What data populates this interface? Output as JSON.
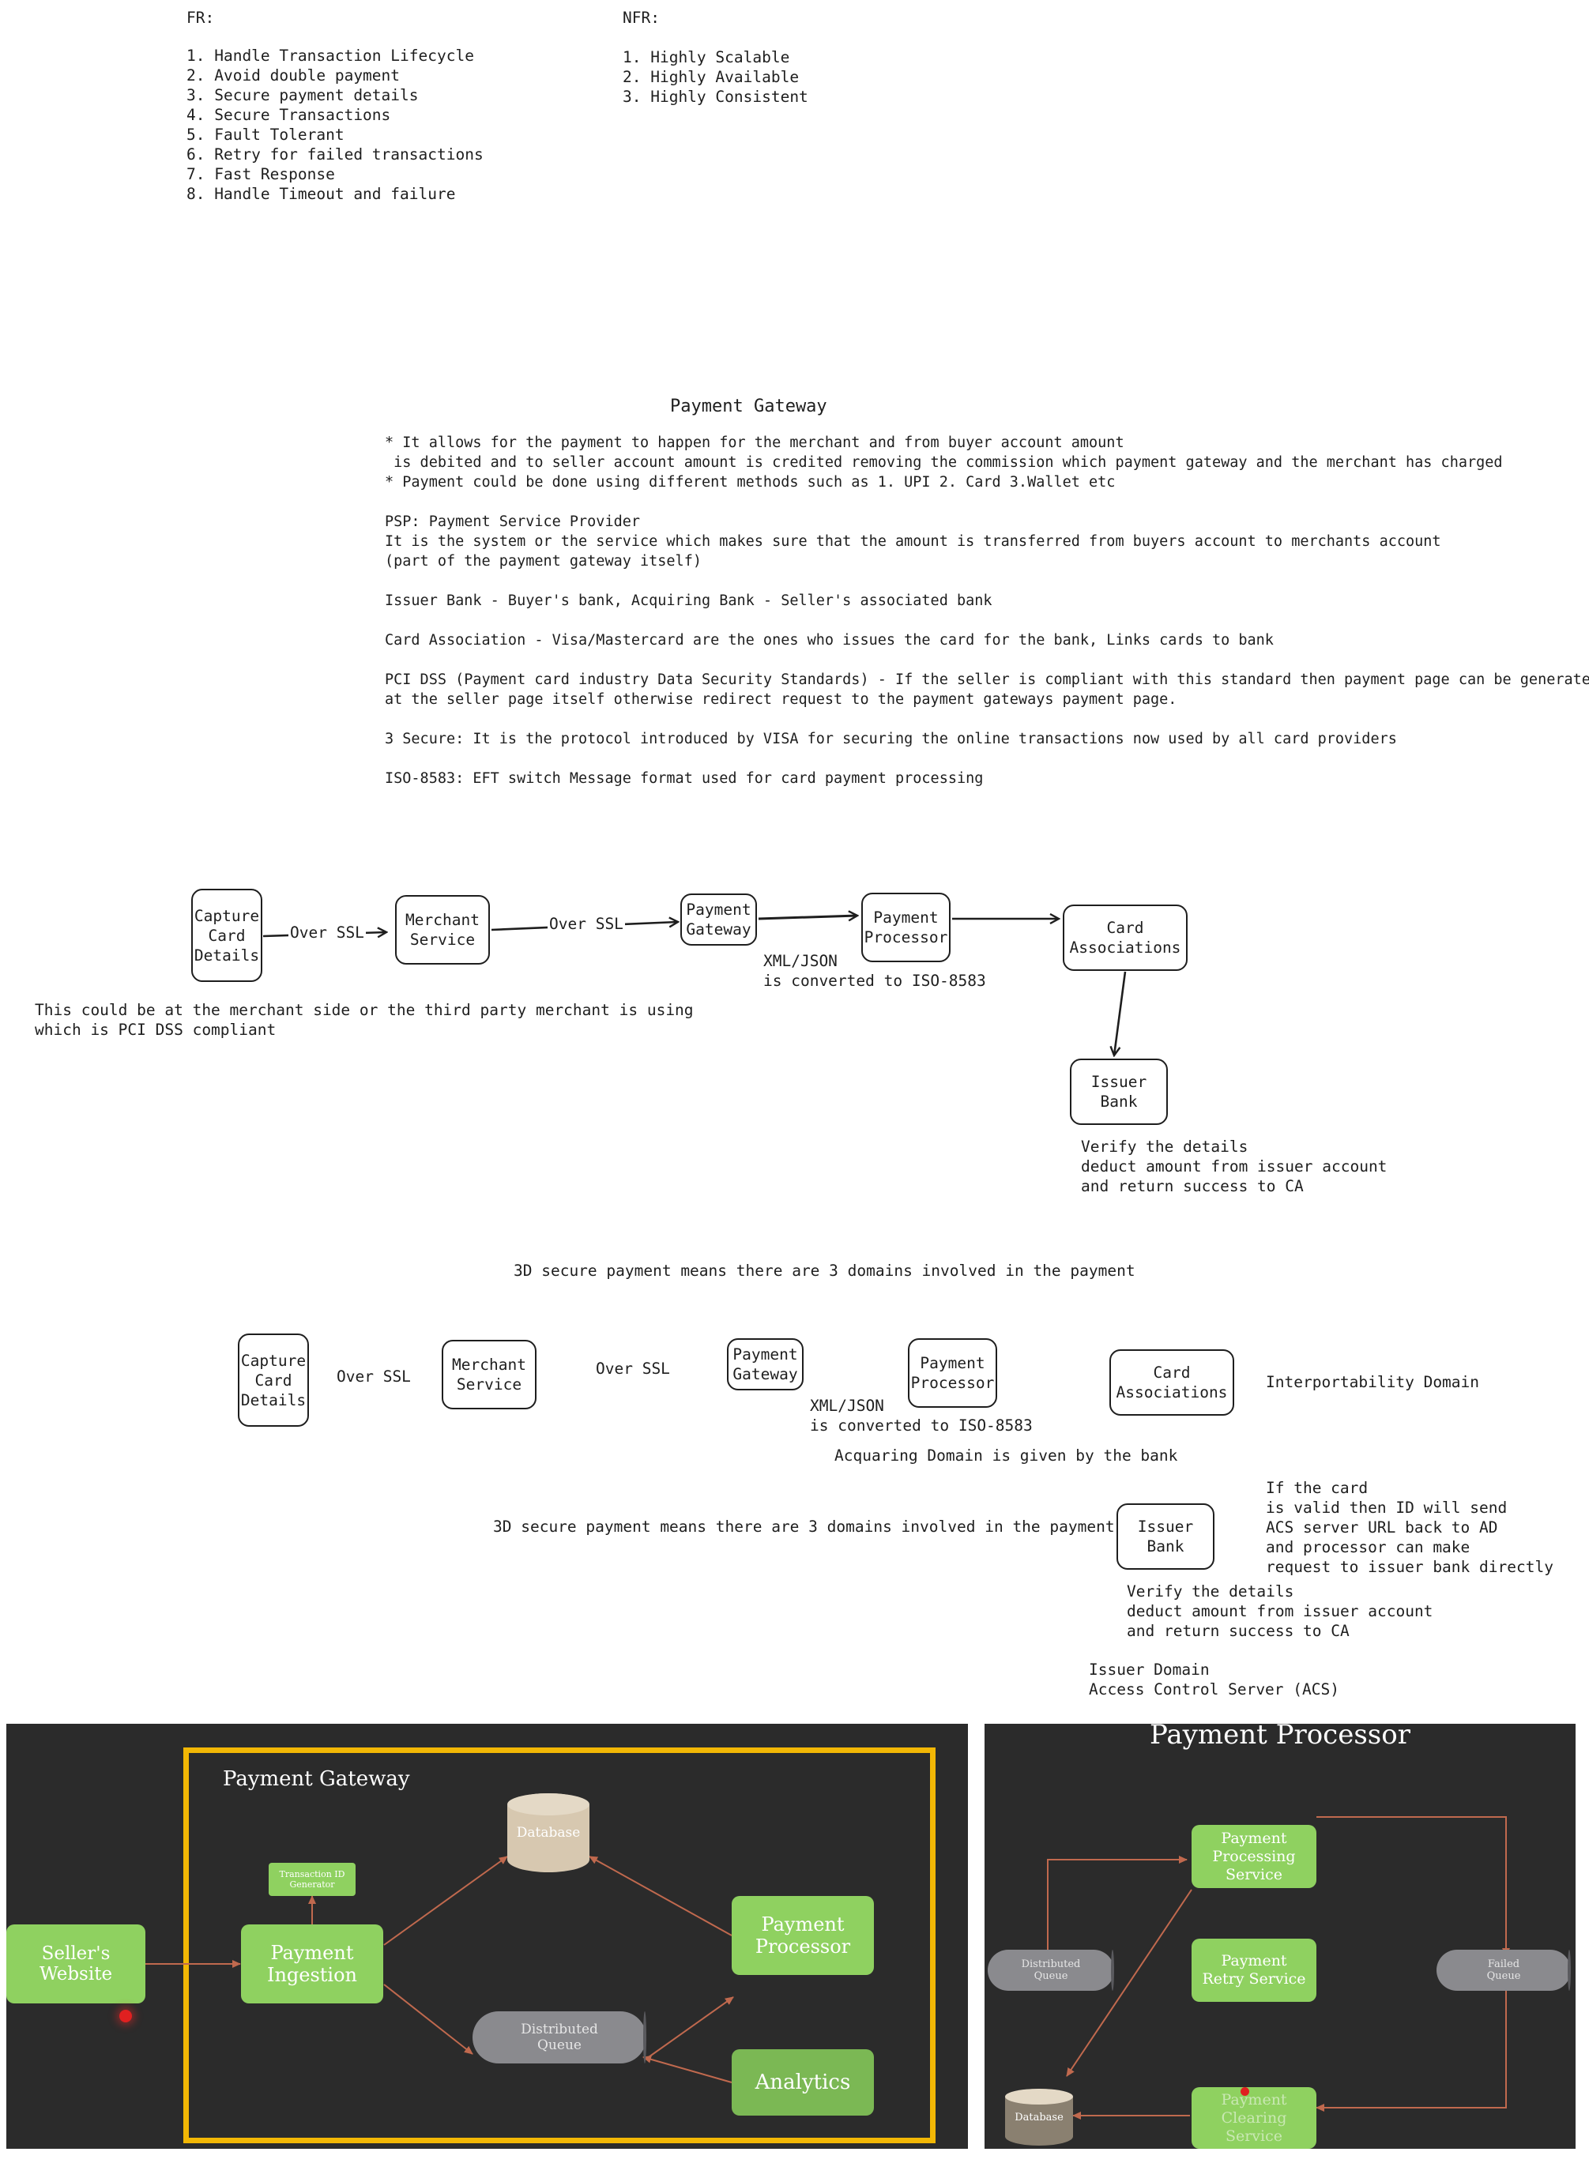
{
  "requirements": {
    "fr_heading": "FR:",
    "fr_items": [
      "1. Handle Transaction Lifecycle",
      "2. Avoid double payment",
      "3. Secure payment details",
      "4. Secure Transactions",
      "5. Fault Tolerant",
      "6. Retry for failed transactions",
      "7. Fast Response",
      "8. Handle Timeout and failure"
    ],
    "nfr_heading": "NFR:",
    "nfr_items": [
      "1. Highly Scalable",
      "2. Highly Available",
      "3. Highly Consistent"
    ]
  },
  "notes": {
    "title": "Payment Gateway",
    "lines": [
      "* It allows for the payment to happen for the merchant and from buyer account amount",
      " is debited and to seller account amount is credited removing the commission which payment gateway and the merchant has charged",
      "* Payment could be done using different methods such as 1. UPI 2. Card 3.Wallet etc",
      "",
      "PSP: Payment Service Provider",
      "It is the system or the service which makes sure that the amount is transferred from buyers account to merchants account",
      "(part of the payment gateway itself)",
      "",
      "Issuer Bank - Buyer's bank, Acquiring Bank - Seller's associated bank",
      "",
      "Card Association - Visa/Mastercard are the ones who issues the card for the bank, Links cards to bank",
      "",
      "PCI DSS (Payment card industry Data Security Standards) - If the seller is compliant with this standard then payment page can be generated",
      "at the seller page itself otherwise redirect request to the payment gateways payment page.",
      "",
      "3 Secure: It is the protocol introduced by VISA for securing the online transactions now used by all card providers",
      "",
      "ISO-8583: EFT switch Message format used for card payment processing"
    ]
  },
  "flow1": {
    "capture": "Capture\nCard\nDetails",
    "merchant": "Merchant\nService",
    "gateway": "Payment\nGateway",
    "processor": "Payment\nProcessor",
    "card_assoc": "Card\nAssociations",
    "issuer": "Issuer\nBank",
    "ssl1": "Over SSL",
    "ssl2": "Over SSL",
    "xml_note": "XML/JSON\nis converted to ISO-8583",
    "capture_note": "This could be at the merchant side or the third party merchant is using\nwhich is PCI DSS compliant",
    "issuer_note": "Verify the details\ndeduct amount from issuer account\nand return success to CA"
  },
  "flow2": {
    "heading": "3D secure payment means there are 3 domains involved in the payment",
    "capture": "Capture\nCard\nDetails",
    "merchant": "Merchant\nService",
    "gateway": "Payment\nGateway",
    "processor": "Payment\nProcessor",
    "card_assoc": "Card\nAssociations",
    "issuer": "Issuer\nBank",
    "ssl1": "Over SSL",
    "ssl2": "Over SSL",
    "xml_note": "XML/JSON\nis converted to ISO-8583",
    "acquiring_note": "Acquaring Domain is given by the bank",
    "repeat_heading": "3D secure payment means there are 3 domains involved in the payment",
    "interop_note": "Interportability Domain",
    "acs_note": "If the card\nis valid then ID will send\nACS server URL back to AD\nand processor can make\nrequest to issuer bank directly",
    "issuer_note": "Verify the details\ndeduct amount from issuer account\nand return success to CA",
    "issuer_domain_note": "Issuer Domain\nAccess Control Server (ACS)"
  },
  "gateway_slide": {
    "title": "Payment Gateway",
    "seller": "Seller's\nWebsite",
    "txn_id": "Transaction ID\nGenerator",
    "ingestion": "Payment\nIngestion",
    "database": "Database",
    "processor": "Payment\nProcessor",
    "queue": "Distributed\nQueue",
    "analytics": "Analytics",
    "frame_color": "#f2b705"
  },
  "processor_slide": {
    "title": "Payment Processor",
    "processing": "Payment\nProcessing\nService",
    "retry": "Payment\nRetry Service",
    "clearing": "Payment\nClearing\nService",
    "dist_queue": "Distributed\nQueue",
    "failed_queue": "Failed\nQueue",
    "database": "Database"
  },
  "colors": {
    "green": "#8fd160",
    "arrow": "#c0694e",
    "slide_bg": "#2b2b2b"
  }
}
